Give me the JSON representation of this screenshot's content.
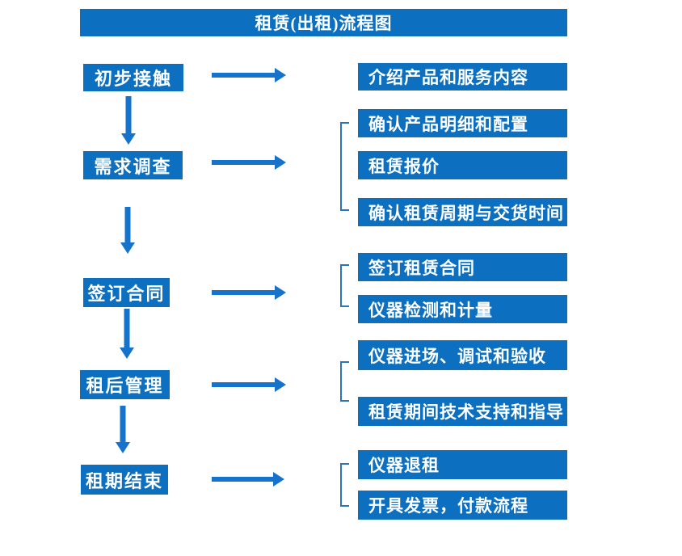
{
  "title": "租赁(出租)流程图",
  "colors": {
    "box_blue": "#0d6fc0",
    "arrow_blue": "#1573cb",
    "bracket_blue": "#2e75b6",
    "text_white": "#ffffff"
  },
  "steps": [
    {
      "label": "初步接触",
      "details": [
        "介绍产品和服务内容"
      ]
    },
    {
      "label": "需求调查",
      "details": [
        "确认产品明细和配置",
        "租赁报价",
        "确认租赁周期与交货时间"
      ]
    },
    {
      "label": "签订合同",
      "details": [
        "签订租赁合同",
        "仪器检测和计量"
      ]
    },
    {
      "label": "租后管理",
      "details": [
        "仪器进场、调试和验收",
        "租赁期间技术支持和指导"
      ]
    },
    {
      "label": "租期结束",
      "details": [
        "仪器退租",
        "开具发票，付款流程"
      ]
    }
  ]
}
